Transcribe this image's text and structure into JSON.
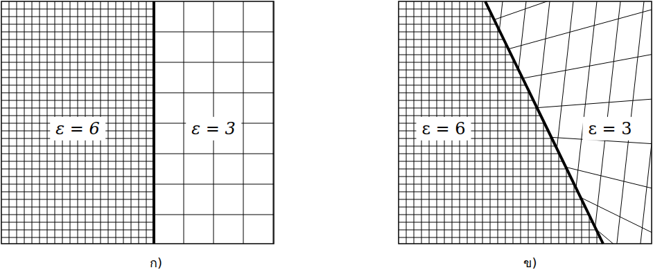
{
  "diagram": {
    "labels": [
      "ε = 6",
      "ε = 3",
      "ก)",
      "ε = 6",
      "ε = 3",
      "ข)"
    ]
  }
}
